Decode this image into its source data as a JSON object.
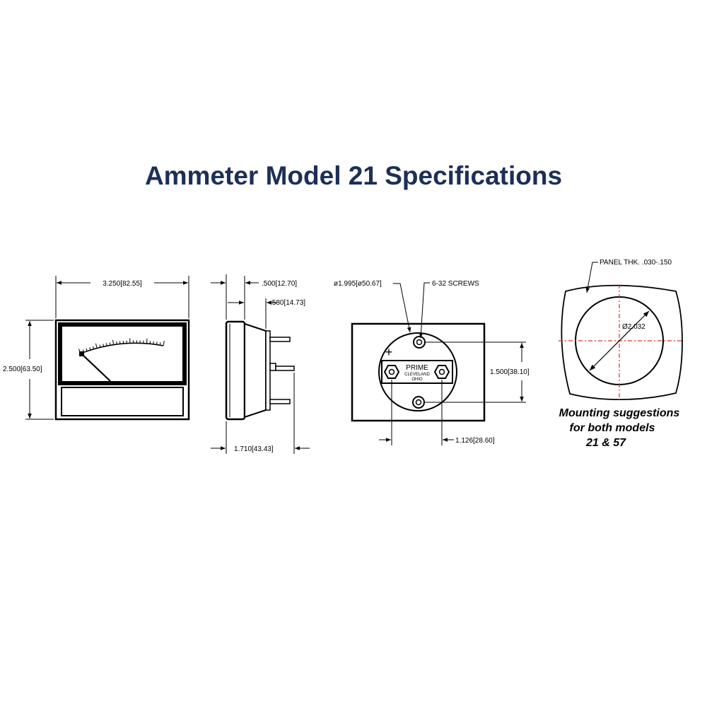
{
  "title": "Ammeter Model 21 Specifications",
  "front_view": {
    "width_dim": "3.250[82.55]",
    "height_dim": "2.500[63.50]"
  },
  "side_view": {
    "dim_500": ".500[12.70]",
    "dim_580": ".580[14.73]",
    "depth_dim": "1.710[43.43]"
  },
  "rear_view": {
    "circle_dim": "ø1.995[ø50.67]",
    "screws_label": "6-32 SCREWS",
    "polarity": "+",
    "brand": "PRIME",
    "city": "CLEVELAND",
    "state": "OHIO",
    "screw_spacing_dim": "1.500[38.10]",
    "terminal_spacing_dim": "1.126[28.60]"
  },
  "mounting": {
    "panel_label": "PANEL THK. .030-.150",
    "cutout_dim": "Ø2.032",
    "note_lines": [
      "Mounting suggestions",
      "for both models",
      "21 & 57"
    ],
    "centerline_color": "#e03030"
  }
}
